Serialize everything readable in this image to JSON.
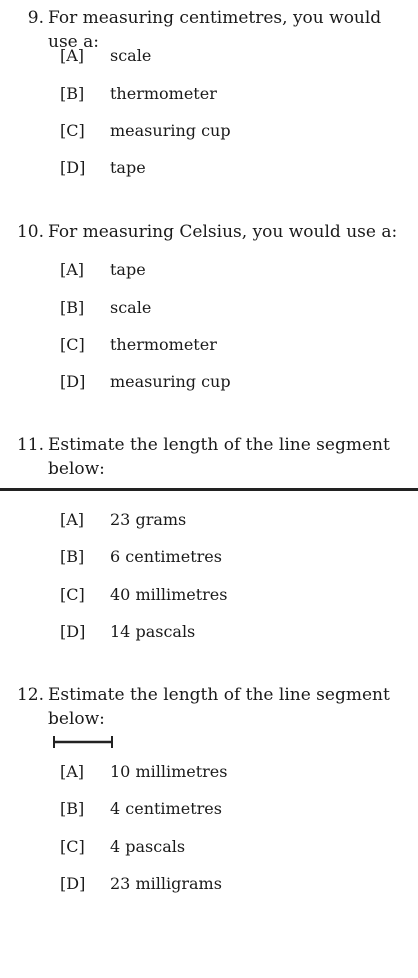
{
  "questions": [
    {
      "number": "9.",
      "text": "For measuring centimetres, you would use a:",
      "options": [
        {
          "letter": "[A]",
          "text": "scale"
        },
        {
          "letter": "[B]",
          "text": "thermometer"
        },
        {
          "letter": "[C]",
          "text": "measuring cup"
        },
        {
          "letter": "[D]",
          "text": "tape"
        }
      ]
    },
    {
      "number": "10.",
      "text": "For measuring Celsius, you would use a:",
      "options": [
        {
          "letter": "[A]",
          "text": "tape"
        },
        {
          "letter": "[B]",
          "text": "scale"
        },
        {
          "letter": "[C]",
          "text": "thermometer"
        },
        {
          "letter": "[D]",
          "text": "measuring cup"
        }
      ]
    },
    {
      "number": "11.",
      "text": "Estimate the length of the line segment below:",
      "options": [
        {
          "letter": "[A]",
          "text": "23 grams"
        },
        {
          "letter": "[B]",
          "text": "6 centimetres"
        },
        {
          "letter": "[C]",
          "text": "40 millimetres"
        },
        {
          "letter": "[D]",
          "text": "14 pascals"
        }
      ]
    },
    {
      "number": "12.",
      "text": "Estimate the length of the line segment below:",
      "options": [
        {
          "letter": "[A]",
          "text": "10 millimetres"
        },
        {
          "letter": "[B]",
          "text": "4 centimetres"
        },
        {
          "letter": "[C]",
          "text": "4 pascals"
        },
        {
          "letter": "[D]",
          "text": "23 milligrams"
        }
      ]
    }
  ]
}
